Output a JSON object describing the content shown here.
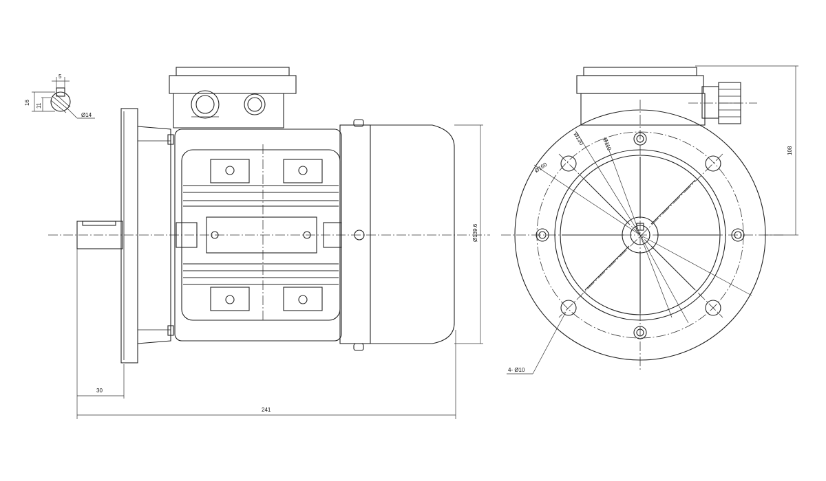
{
  "drawing": {
    "dimensions": {
      "key_width": "5",
      "shaft_a": "16",
      "shaft_b": "11",
      "shaft_dia": "Ø14",
      "flange_len": "30",
      "total_len": "241",
      "body_dia": "Ø139.6",
      "height": "108",
      "pcd_130": "Ø130",
      "pcd_110": "Ø110",
      "pcd_160": "Ø160",
      "holes": "4- Ø10"
    }
  }
}
